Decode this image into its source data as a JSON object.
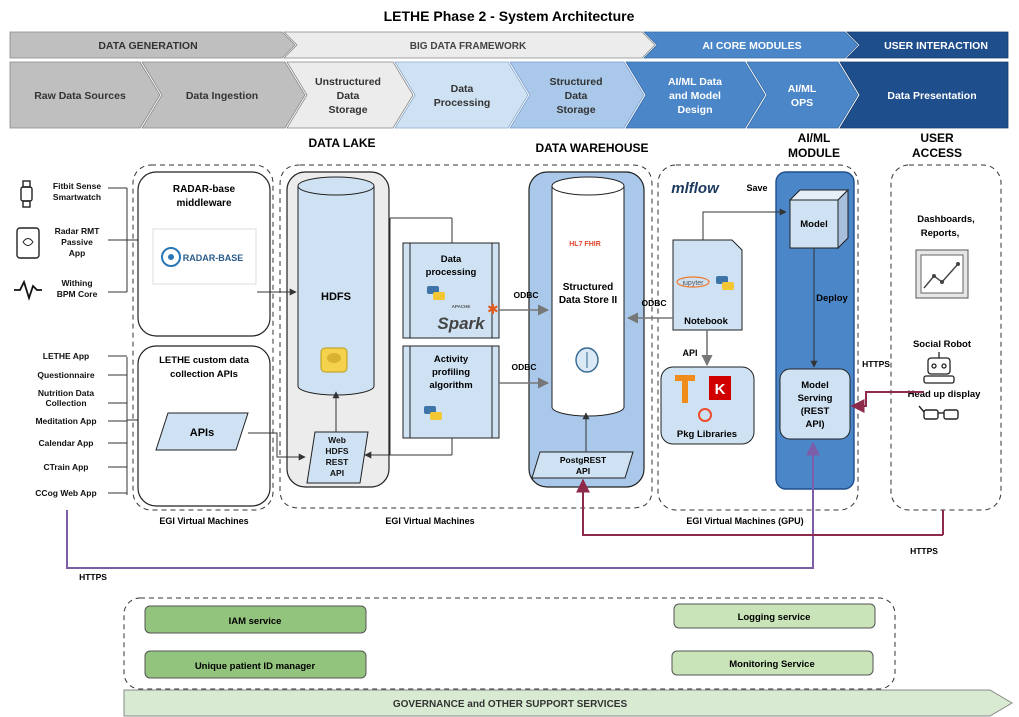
{
  "title": "LETHE Phase 2 - System Architecture",
  "phases": [
    "DATA GENERATION",
    "BIG DATA FRAMEWORK",
    "AI CORE MODULES",
    "USER INTERACTION"
  ],
  "stages": [
    [
      "Raw Data Sources"
    ],
    [
      "Data Ingestion"
    ],
    [
      "Unstructured",
      "Data",
      "Storage"
    ],
    [
      "Data",
      "Processing"
    ],
    [
      "Structured",
      "Data",
      "Storage"
    ],
    [
      "AI/ML Data",
      "and Model",
      "Design"
    ],
    [
      "AI/ML",
      "OPS"
    ],
    [
      "Data Presentation"
    ]
  ],
  "section_titles": {
    "data_lake": "DATA LAKE",
    "data_warehouse": "DATA WAREHOUSE",
    "aiml_module_1": "AI/ML",
    "aiml_module_2": "MODULE",
    "user_access_1": "USER",
    "user_access_2": "ACCESS"
  },
  "devices": [
    {
      "icon": "smartwatch-icon",
      "lines": [
        "Fitbit Sense",
        "Smartwatch"
      ]
    },
    {
      "icon": "tablet-heart-icon",
      "lines": [
        "Radar RMT",
        "Passive",
        "App"
      ]
    },
    {
      "icon": "heartbeat-icon",
      "lines": [
        "Withing",
        "BPM Core"
      ]
    }
  ],
  "apps": [
    "LETHE App",
    "Questionnaire",
    "Nutrition Data",
    "Collection",
    "Meditation App",
    "Calendar App",
    "CTrain App",
    "CCog Web App"
  ],
  "radar": {
    "title_1": "RADAR-base",
    "title_2": "middleware",
    "logo": "RADAR-BASE"
  },
  "custom_apis": {
    "title_1": "LETHE custom data",
    "title_2": "collection APIs",
    "apis": "APIs"
  },
  "hdfs": {
    "label": "HDFS",
    "rest_1": "Web",
    "rest_2": "HDFS",
    "rest_3": "REST",
    "rest_4": "API"
  },
  "processing": {
    "data_1": "Data",
    "data_2": "processing",
    "spark_small": "APACHE",
    "spark": "Spark",
    "act_1": "Activity",
    "act_2": "profiling",
    "act_3": "algorithm"
  },
  "warehouse": {
    "fhir": "HL7 FHIR",
    "store_1": "Structured",
    "store_2": "Data Store II",
    "pg_1": "PostgREST",
    "pg_2": "API"
  },
  "odbc": "ODBC",
  "mlflow": {
    "logo": "mlflow",
    "save": "Save",
    "notebook": "Notebook",
    "jupyter": "jupyter",
    "api": "API",
    "pkg": "Pkg Libraries",
    "k": "K"
  },
  "model": {
    "model": "Model",
    "deploy": "Deploy",
    "serving_1": "Model",
    "serving_2": "Serving",
    "serving_3": "(REST",
    "serving_4": "API)"
  },
  "user": {
    "dash_1": "Dashboards,",
    "dash_2": "Reports,",
    "robot": "Social Robot",
    "hud": "Head up display"
  },
  "https": "HTTPS",
  "vm_labels": {
    "left": "EGI Virtual Machines",
    "middle": "EGI Virtual Machines",
    "gpu": "EGI Virtual Machines (GPU)"
  },
  "services": {
    "iam": "IAM service",
    "upid": "Unique patient ID manager",
    "logging": "Logging service",
    "monitoring": "Monitoring Service",
    "governance": "GOVERNANCE and OTHER SUPPORT SERVICES"
  },
  "colors": {
    "gray_dark": "#bfbfbf",
    "gray_light": "#ececec",
    "blue_pale": "#cfe2f3",
    "blue_mid": "#a9c8ea",
    "blue": "#4a86c8",
    "navy": "#1f4e8c",
    "green": "#93c47d",
    "green_light": "#c9e4b8",
    "green_pale": "#d9ead3",
    "purple": "#7b5ea7",
    "maroon": "#8e2b4b"
  }
}
